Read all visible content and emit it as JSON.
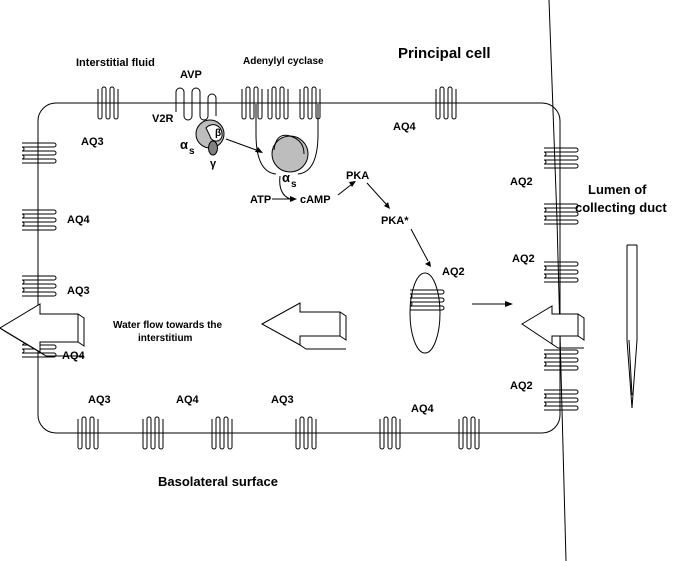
{
  "diagram": {
    "labels": {
      "interstitial_fluid": "Interstitial fluid",
      "avp": "AVP",
      "adenylyl_cyclase": "Adenylyl cyclase",
      "principal_cell": "Principal cell",
      "v2r": "V2R",
      "beta": "β",
      "alpha_s_1": "α",
      "alpha_s_1_sub": "s",
      "gamma": "γ",
      "alpha_s_2": "α",
      "alpha_s_2_sub": "s",
      "atp": "ATP",
      "camp": "cAMP",
      "pka": "PKA",
      "pka_star": "PKA*",
      "lumen_line1": "Lumen of",
      "lumen_line2": "collecting duct",
      "water_flow_line1": "Water flow towards the",
      "water_flow_line2": "interstitium",
      "basolateral_surface": "Basolateral surface",
      "aq3_left_top": "AQ3",
      "aq4_left_mid": "AQ4",
      "aq3_left_low": "AQ3",
      "aq4_left_bottom": "AQ4",
      "aq4_top": "AQ4",
      "aq2_right_1": "AQ2",
      "aq2_right_2": "AQ2",
      "aq2_right_3": "AQ2",
      "aq2_vesicle": "AQ2",
      "aq3_bottom_1": "AQ3",
      "aq4_bottom_1": "AQ4",
      "aq3_bottom_2": "AQ3",
      "aq4_bottom_2": "AQ4"
    }
  }
}
